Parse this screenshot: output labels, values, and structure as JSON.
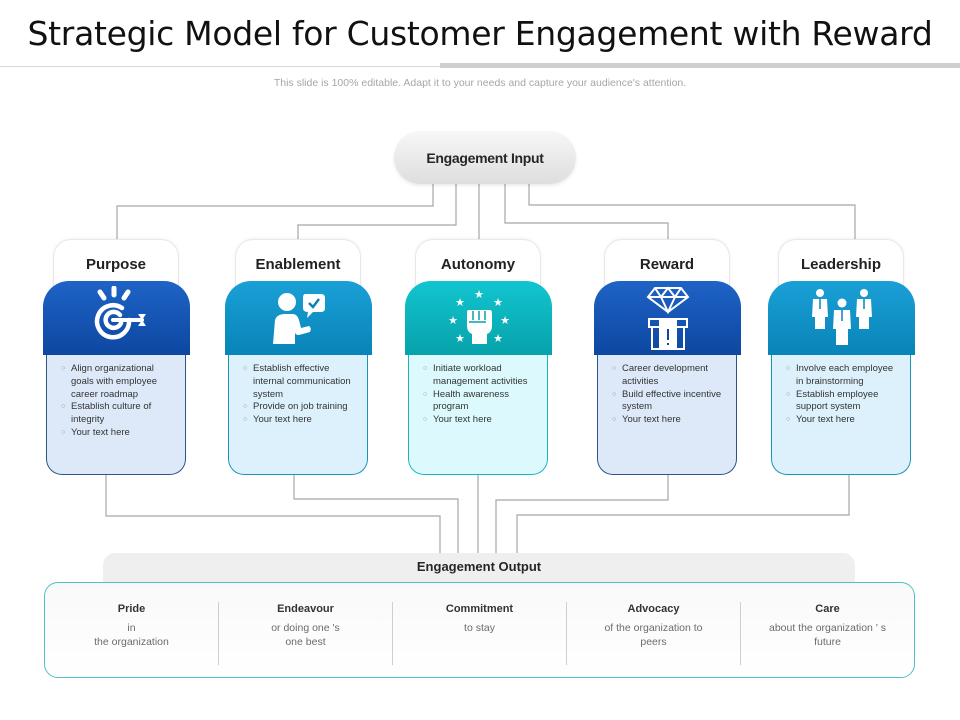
{
  "title": "Strategic Model for Customer Engagement  with Reward",
  "subtitle": "This slide is 100% editable. Adapt it to your needs and capture your audience's attention.",
  "input": {
    "label": "Engagement Input"
  },
  "columns": [
    {
      "title": "Purpose",
      "icon": "target-icon",
      "theme": "blue",
      "items": [
        "Align organizational goals with employee career roadmap",
        "Establish culture of integrity",
        "Your text here"
      ]
    },
    {
      "title": "Enablement",
      "icon": "person-checkmark-icon",
      "theme": "sky",
      "items": [
        "Establish effective internal communication system",
        "Provide on job training",
        "Your text here"
      ]
    },
    {
      "title": "Autonomy",
      "icon": "fist-stars-icon",
      "theme": "teal",
      "items": [
        "Initiate  workload management activities",
        "Health awareness program",
        "Your text here"
      ]
    },
    {
      "title": "Reward",
      "icon": "diamond-gift-icon",
      "theme": "blue",
      "items": [
        "Career development activities",
        "Build  effective incentive system",
        "Your text here"
      ]
    },
    {
      "title": "Leadership",
      "icon": "team-icon",
      "theme": "sky",
      "items": [
        "Involve each employee in brainstorming",
        "Establish employee support system",
        "Your text here"
      ]
    }
  ],
  "output": {
    "label": "Engagement Output",
    "items": [
      {
        "title": "Pride",
        "desc": "in\nthe organization"
      },
      {
        "title": "Endeavour",
        "desc": "or doing one 's\none best"
      },
      {
        "title": "Commitment",
        "desc": "to stay"
      },
      {
        "title": "Advocacy",
        "desc": "of the organization to\npeers"
      },
      {
        "title": "Care",
        "desc": "about the organization ' s\nfuture"
      }
    ]
  },
  "colors": {
    "blue": "#1e63c6",
    "sky": "#1aa0d6",
    "teal": "#12c5cf",
    "output_border": "#4cc3c9"
  }
}
